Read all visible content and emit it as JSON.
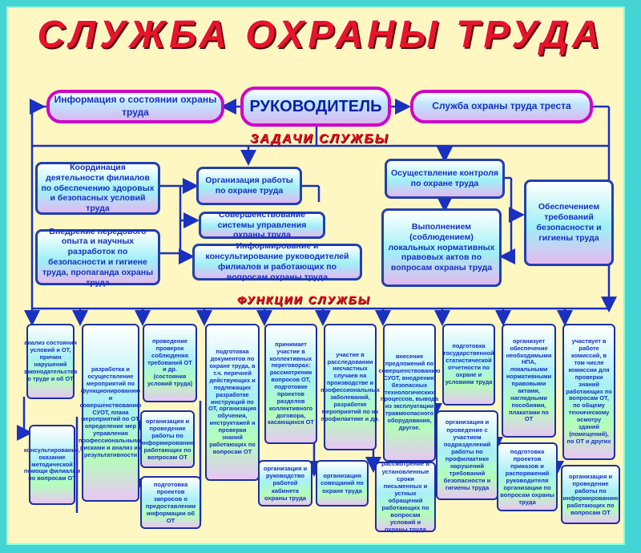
{
  "title": "СЛУЖБА ОХРАНЫ ТРУДА",
  "top": {
    "left": "Информация о состоянии охраны труда",
    "center": "РУКОВОДИТЕЛЬ",
    "right": "Служба охраны труда треста"
  },
  "tasks_heading": "ЗАДАЧИ СЛУЖБЫ",
  "tasks": {
    "t1": "Координация деятельности филиалов по обеспечению здоровых и безопасных условий труда",
    "t2": "Внедрение передового опыта и научных разработок по безопасности и гигиене труда, пропаганда охраны труда",
    "t3": "Организация работы по охране труда",
    "t4": "Совершенствование системы управления охраны труда",
    "t5": "Информирование и консультирование руководителей филиалов и работающих по вопросам охраны труда",
    "t6": "Осуществление контроля по охране труда",
    "t7": "Выполнением (соблюдением) локальных нормативных правовых актов по вопросам охраны труда",
    "t8": "Обеспечением требований безопасности и гигиены труда"
  },
  "functions_heading": "ФУНКЦИИ СЛУЖБЫ",
  "functions": {
    "f1": "анализ состояния условий и ОТ, причин нарушений законодательства о труде и об ОТ",
    "f1b": "консультирование, оказание методической помощи филиалам по вопросам ОТ",
    "f2": "разработка и осуществление мероприятий по функционированию и совершенствованию СУОТ, плана мероприятий по ОТ, определение мер управления профессиональными рисками и анализ их результативности",
    "f3": "проведение проверок соблюдения требований ОТ и др. (состояния условий труда)",
    "f3b": "организация и проведение работы по информированию работающих по вопросам ОТ",
    "f3c": "подготовка проектов запросов о предоставлении информации об ОТ",
    "f4": "подготовка документов по охране труда, в т.ч. перечней действующих и подлежащих разработке инструкций по ОТ, организация обучения, инструктажей и проверки знаний работающих по вопросам ОТ",
    "f5": "принимает участие в коллективных переговорах: рассмотрении вопросов ОТ, подготовке проектов разделов коллективного договора, касающихся ОТ",
    "f5b": "организация и руководство работой кабинета охраны труда",
    "f6": "участие в расследовании несчастных случаев на производстве и профессиональных заболеваний, разработке мероприятий по их профилактике и др.",
    "f6b": "организация совещаний по охране труда",
    "f7": "внесение предложений по совершенствованию СУОТ, внедрению безопасных технологических процессов, вывода из эксплуатации травмоопасного оборудования, другое.",
    "f7b": "рассмотрение в установленные сроки письменных и устных обращений работающих по вопросам условий и охраны труда",
    "f8": "подготовка государственной статистической отчетности по охране и условиям труда",
    "f8b": "организация и проведение с участием подразделений работы по профилактике нарушений требований безопасности и гигиены труда",
    "f9": "организует обеспечение необходимыми НПА, локальными нормативными правовыми актами, наглядными пособиями, плакатами по ОТ",
    "f9b": "подготовка проектов приказов и распоряжений руководителя организации по вопросам охраны труда",
    "f10": "участвует в работе комиссий, в том числе комиссии для проверки знаний работающих по вопросам ОТ, по общему техническому осмотру зданий (помещений), по ОТ и других",
    "f10b": "организация и проведение работы по информированию работающих по вопросам ОТ"
  }
}
